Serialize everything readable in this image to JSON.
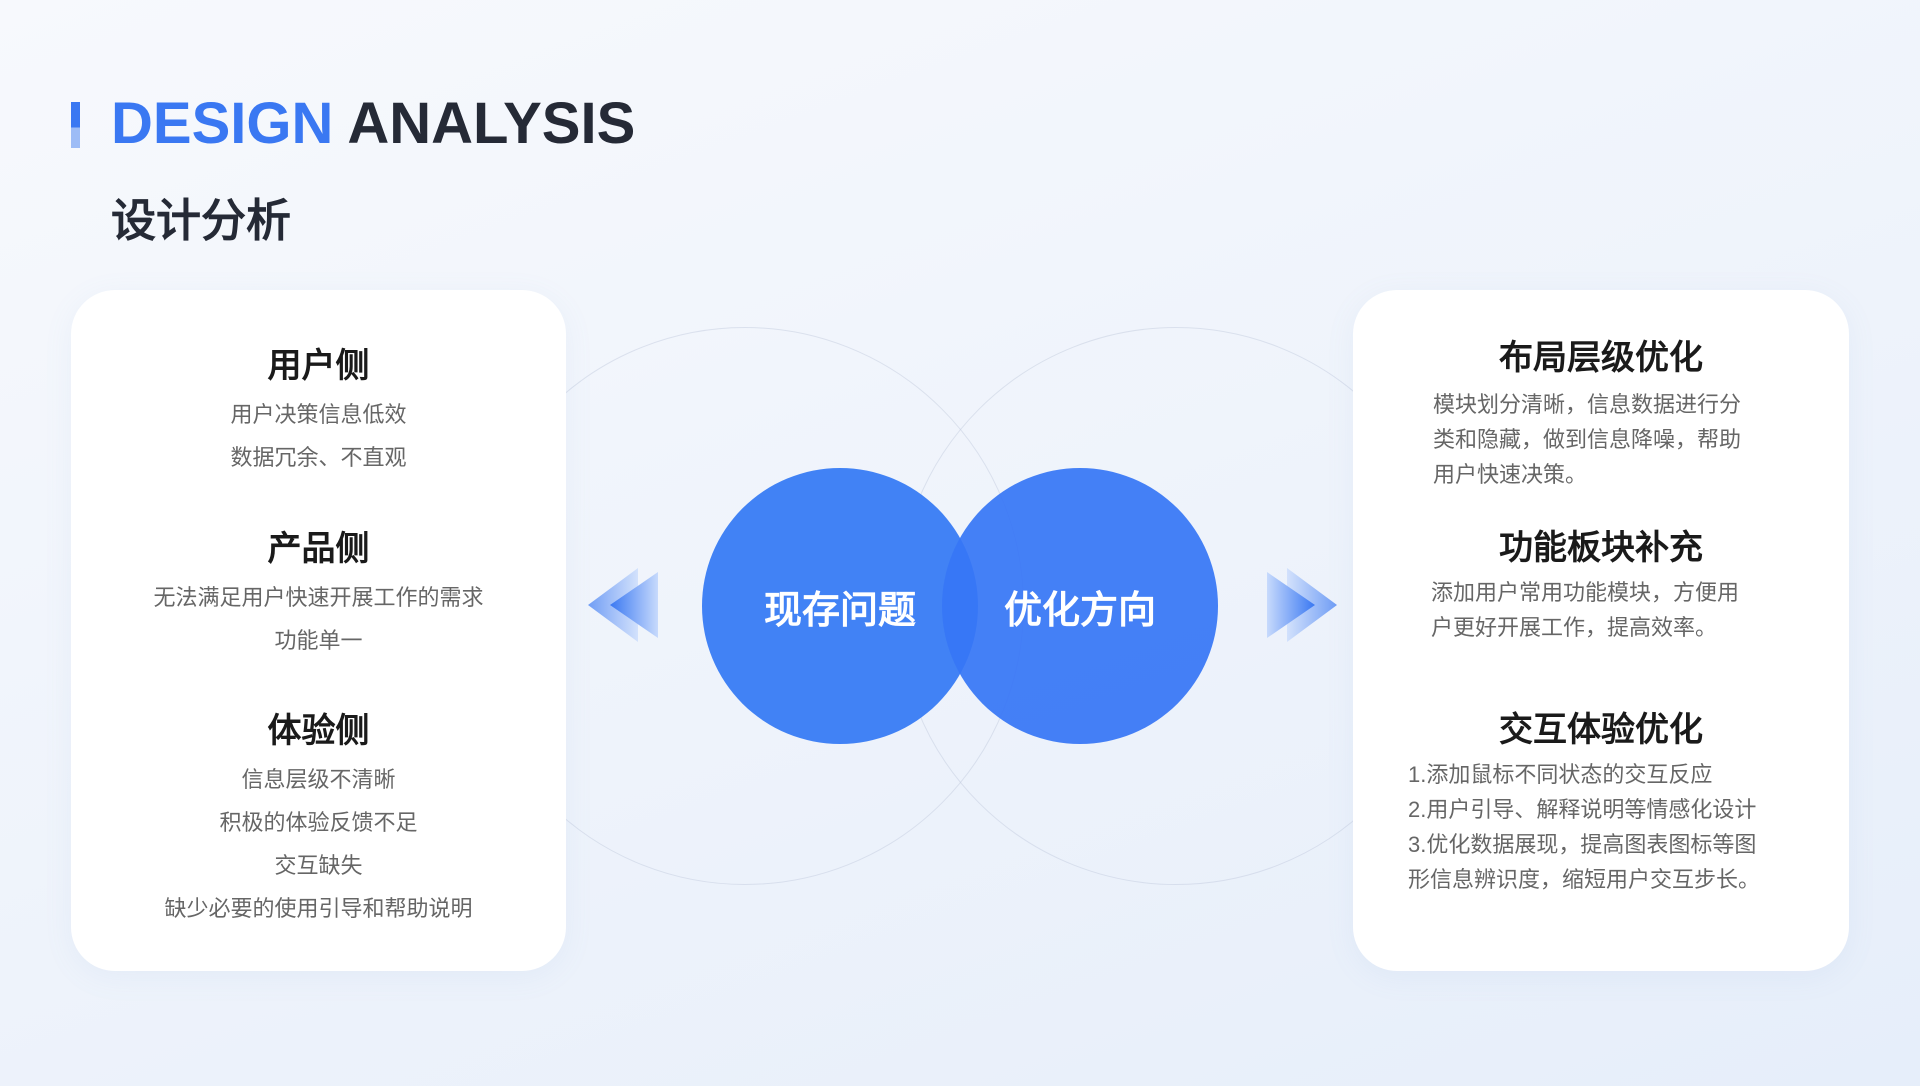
{
  "header": {
    "title_accent": "DESIGN",
    "title_rest": "ANALYSIS",
    "subtitle": "设计分析"
  },
  "left_card": [
    {
      "heading": "用户侧",
      "lines": [
        "用户决策信息低效",
        "数据冗余、不直观"
      ]
    },
    {
      "heading": "产品侧",
      "lines": [
        "无法满足用户快速开展工作的需求",
        "功能单一"
      ]
    },
    {
      "heading": "体验侧",
      "lines": [
        "信息层级不清晰",
        "积极的体验反馈不足",
        "交互缺失",
        "缺少必要的使用引导和帮助说明"
      ]
    }
  ],
  "center": {
    "left_circle": "现存问题",
    "right_circle": "优化方向"
  },
  "right_card": [
    {
      "heading": "布局层级优化",
      "lines": [
        "模块划分清晰，信息数据进行分",
        "类和隐藏，做到信息降噪，帮助",
        "用户快速决策。"
      ]
    },
    {
      "heading": "功能板块补充",
      "lines": [
        "添加用户常用功能模块，方便用",
        "户更好开展工作，提高效率。"
      ]
    },
    {
      "heading": "交互体验优化",
      "lines": [
        "1.添加鼠标不同状态的交互反应",
        "2.用户引导、解释说明等情感化设计",
        "3.优化数据展现，提高图表图标等图",
        "形信息辨识度，缩短用户交互步长。"
      ]
    }
  ],
  "colors": {
    "accent": "#3a78f2",
    "dark": "#252a36"
  }
}
